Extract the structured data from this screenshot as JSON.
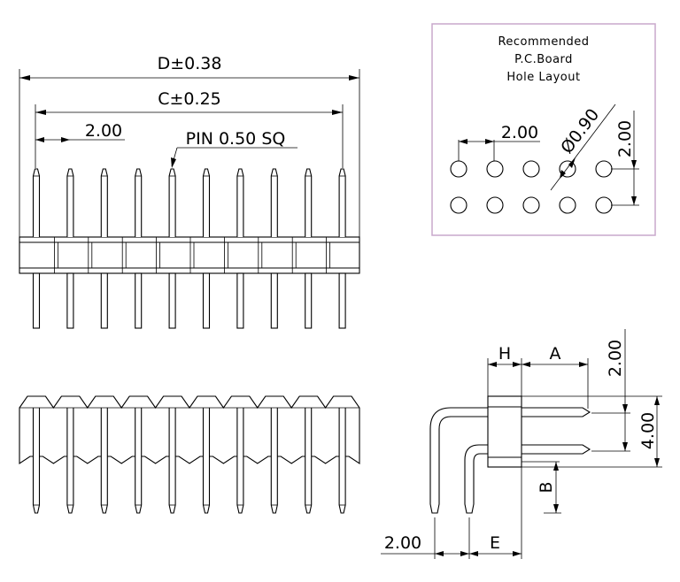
{
  "front_view": {
    "dim_d": "D±0.38",
    "dim_c": "C±0.25",
    "dim_pitch": "2.00",
    "pin_note": "PIN 0.50 SQ",
    "pin_count": 10
  },
  "pcb_layout": {
    "title_line1": "Recommended",
    "title_line2": "P.C.Board",
    "title_line3": "Hole Layout",
    "dim_pitch_x": "2.00",
    "dim_pitch_y": "2.00",
    "dim_hole": "Ø0.90",
    "rows": 2,
    "cols": 5,
    "border_color": "#c8a8cc"
  },
  "side_view": {
    "dim_h": "H",
    "dim_a": "A",
    "dim_top": "2.00",
    "dim_height": "4.00",
    "dim_b": "B",
    "dim_bottom_pitch": "2.00",
    "dim_e": "E"
  }
}
